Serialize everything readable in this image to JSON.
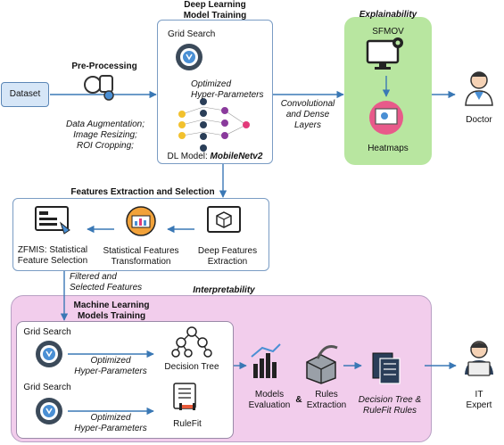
{
  "dataset": "Dataset",
  "preprocessing": {
    "title": "Pre-Processing",
    "steps": "Data Augmentation;\nImage Resizing;\nROI Cropping;"
  },
  "dl": {
    "title": "Deep Learning\nModel Training",
    "grid_search": "Grid Search",
    "optimized": "Optimized\nHyper-Parameters",
    "model_prefix": "DL Model: ",
    "model_name": "MobileNetv2"
  },
  "conv_label": "Convolutional\nand Dense\nLayers",
  "explainability": {
    "title": "Explainability",
    "sfmov": "SFMOV",
    "heatmaps": "Heatmaps"
  },
  "doctor": "Doctor",
  "features": {
    "title": "Features Extraction and Selection",
    "zfmis": "ZFMIS: Statistical\nFeature Selection",
    "stat": "Statistical Features\nTransformation",
    "deep": "Deep Features\nExtraction"
  },
  "filtered": "Filtered and\nSelected Features",
  "interpretability": {
    "title": "Interpretability",
    "ml_title": "Machine Learning\nModels Training",
    "grid_search_1": "Grid Search",
    "grid_search_2": "Grid Search",
    "optimized_1": "Optimized\nHyper-Parameters",
    "optimized_2": "Optimized\nHyper-Parameters",
    "decision_tree": "Decision Tree",
    "rulefit": "RuleFit",
    "models_eval": "Models\nEvaluation",
    "amp": "&",
    "rules_extraction": "Rules\nExtraction",
    "dt_rules": "Decision Tree &\nRuleFit Rules"
  },
  "it_expert": "IT\nExpert",
  "colors": {
    "explain_bg": "#b8e6a0",
    "interp_bg": "#f2cdec",
    "line_blue": "#3a78b5",
    "dataset_bg": "#d6e6f7"
  }
}
